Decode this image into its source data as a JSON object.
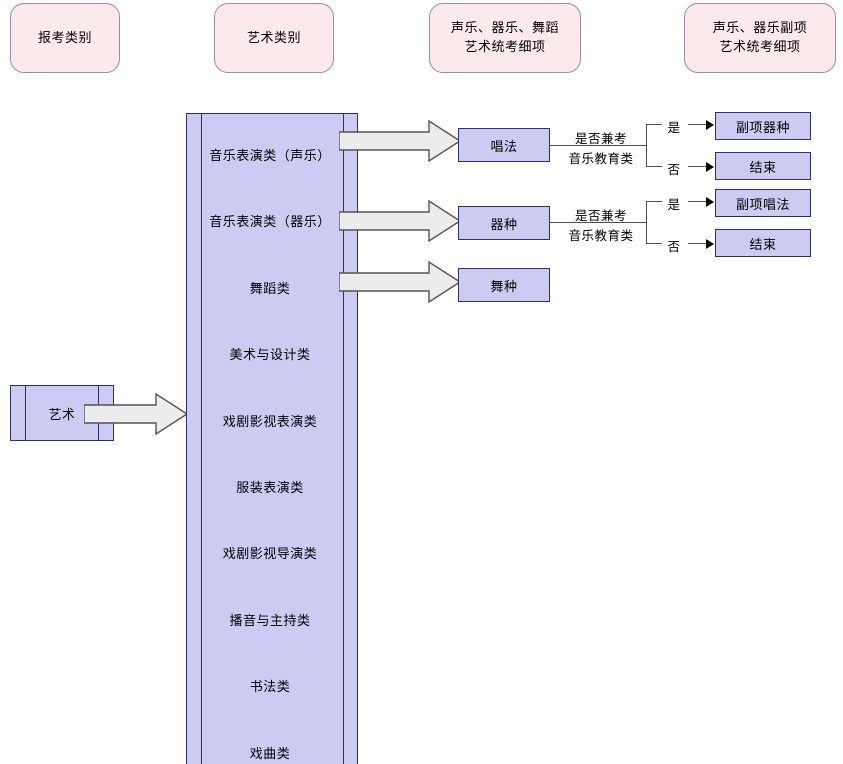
{
  "headers": [
    {
      "id": "apply-category",
      "lines": [
        "报考类别"
      ]
    },
    {
      "id": "art-category",
      "lines": [
        "艺术类别"
      ]
    },
    {
      "id": "vocal-instr-dance-detail",
      "lines": [
        "声乐、器乐、舞蹈",
        "艺术统考细项"
      ]
    },
    {
      "id": "vocal-instr-minor-detail",
      "lines": [
        "声乐、器乐副项",
        "艺术统考细项"
      ]
    }
  ],
  "root": {
    "label": "艺术"
  },
  "categories": [
    {
      "id": "music-performance-vocal",
      "label": "音乐表演类（声乐）"
    },
    {
      "id": "music-performance-instrument",
      "label": "音乐表演类（器乐）"
    },
    {
      "id": "dance",
      "label": "舞蹈类"
    },
    {
      "id": "fine-art-design",
      "label": "美术与设计类"
    },
    {
      "id": "drama-film-tv-acting",
      "label": "戏剧影视表演类"
    },
    {
      "id": "costume-performance",
      "label": "服装表演类"
    },
    {
      "id": "drama-film-tv-directing",
      "label": "戏剧影视导演类"
    },
    {
      "id": "broadcasting-hosting",
      "label": "播音与主持类"
    },
    {
      "id": "calligraphy",
      "label": "书法类"
    },
    {
      "id": "chinese-opera",
      "label": "戏曲类"
    }
  ],
  "details": [
    {
      "id": "singing-method",
      "label": "唱法"
    },
    {
      "id": "instrument-type",
      "label": "器种"
    },
    {
      "id": "dance-type",
      "label": "舞种"
    }
  ],
  "branches": [
    {
      "id": "singing-branch",
      "condition_top": "是否兼考",
      "condition_bottom": "音乐教育类",
      "yes_label": "是",
      "no_label": "否",
      "yes_target": "副项器种",
      "no_target": "结束"
    },
    {
      "id": "instrument-branch",
      "condition_top": "是否兼考",
      "condition_bottom": "音乐教育类",
      "yes_label": "是",
      "no_label": "否",
      "yes_target": "副项唱法",
      "no_target": "结束"
    }
  ],
  "colors": {
    "header_fill": "#fce9ec",
    "header_stroke": "#9b8aa6",
    "box_fill": "#ccccf2",
    "box_stroke": "#2f2f6b",
    "arrow_fill": "#ececec",
    "arrow_stroke": "#555555",
    "line": "#4d4d4d"
  }
}
